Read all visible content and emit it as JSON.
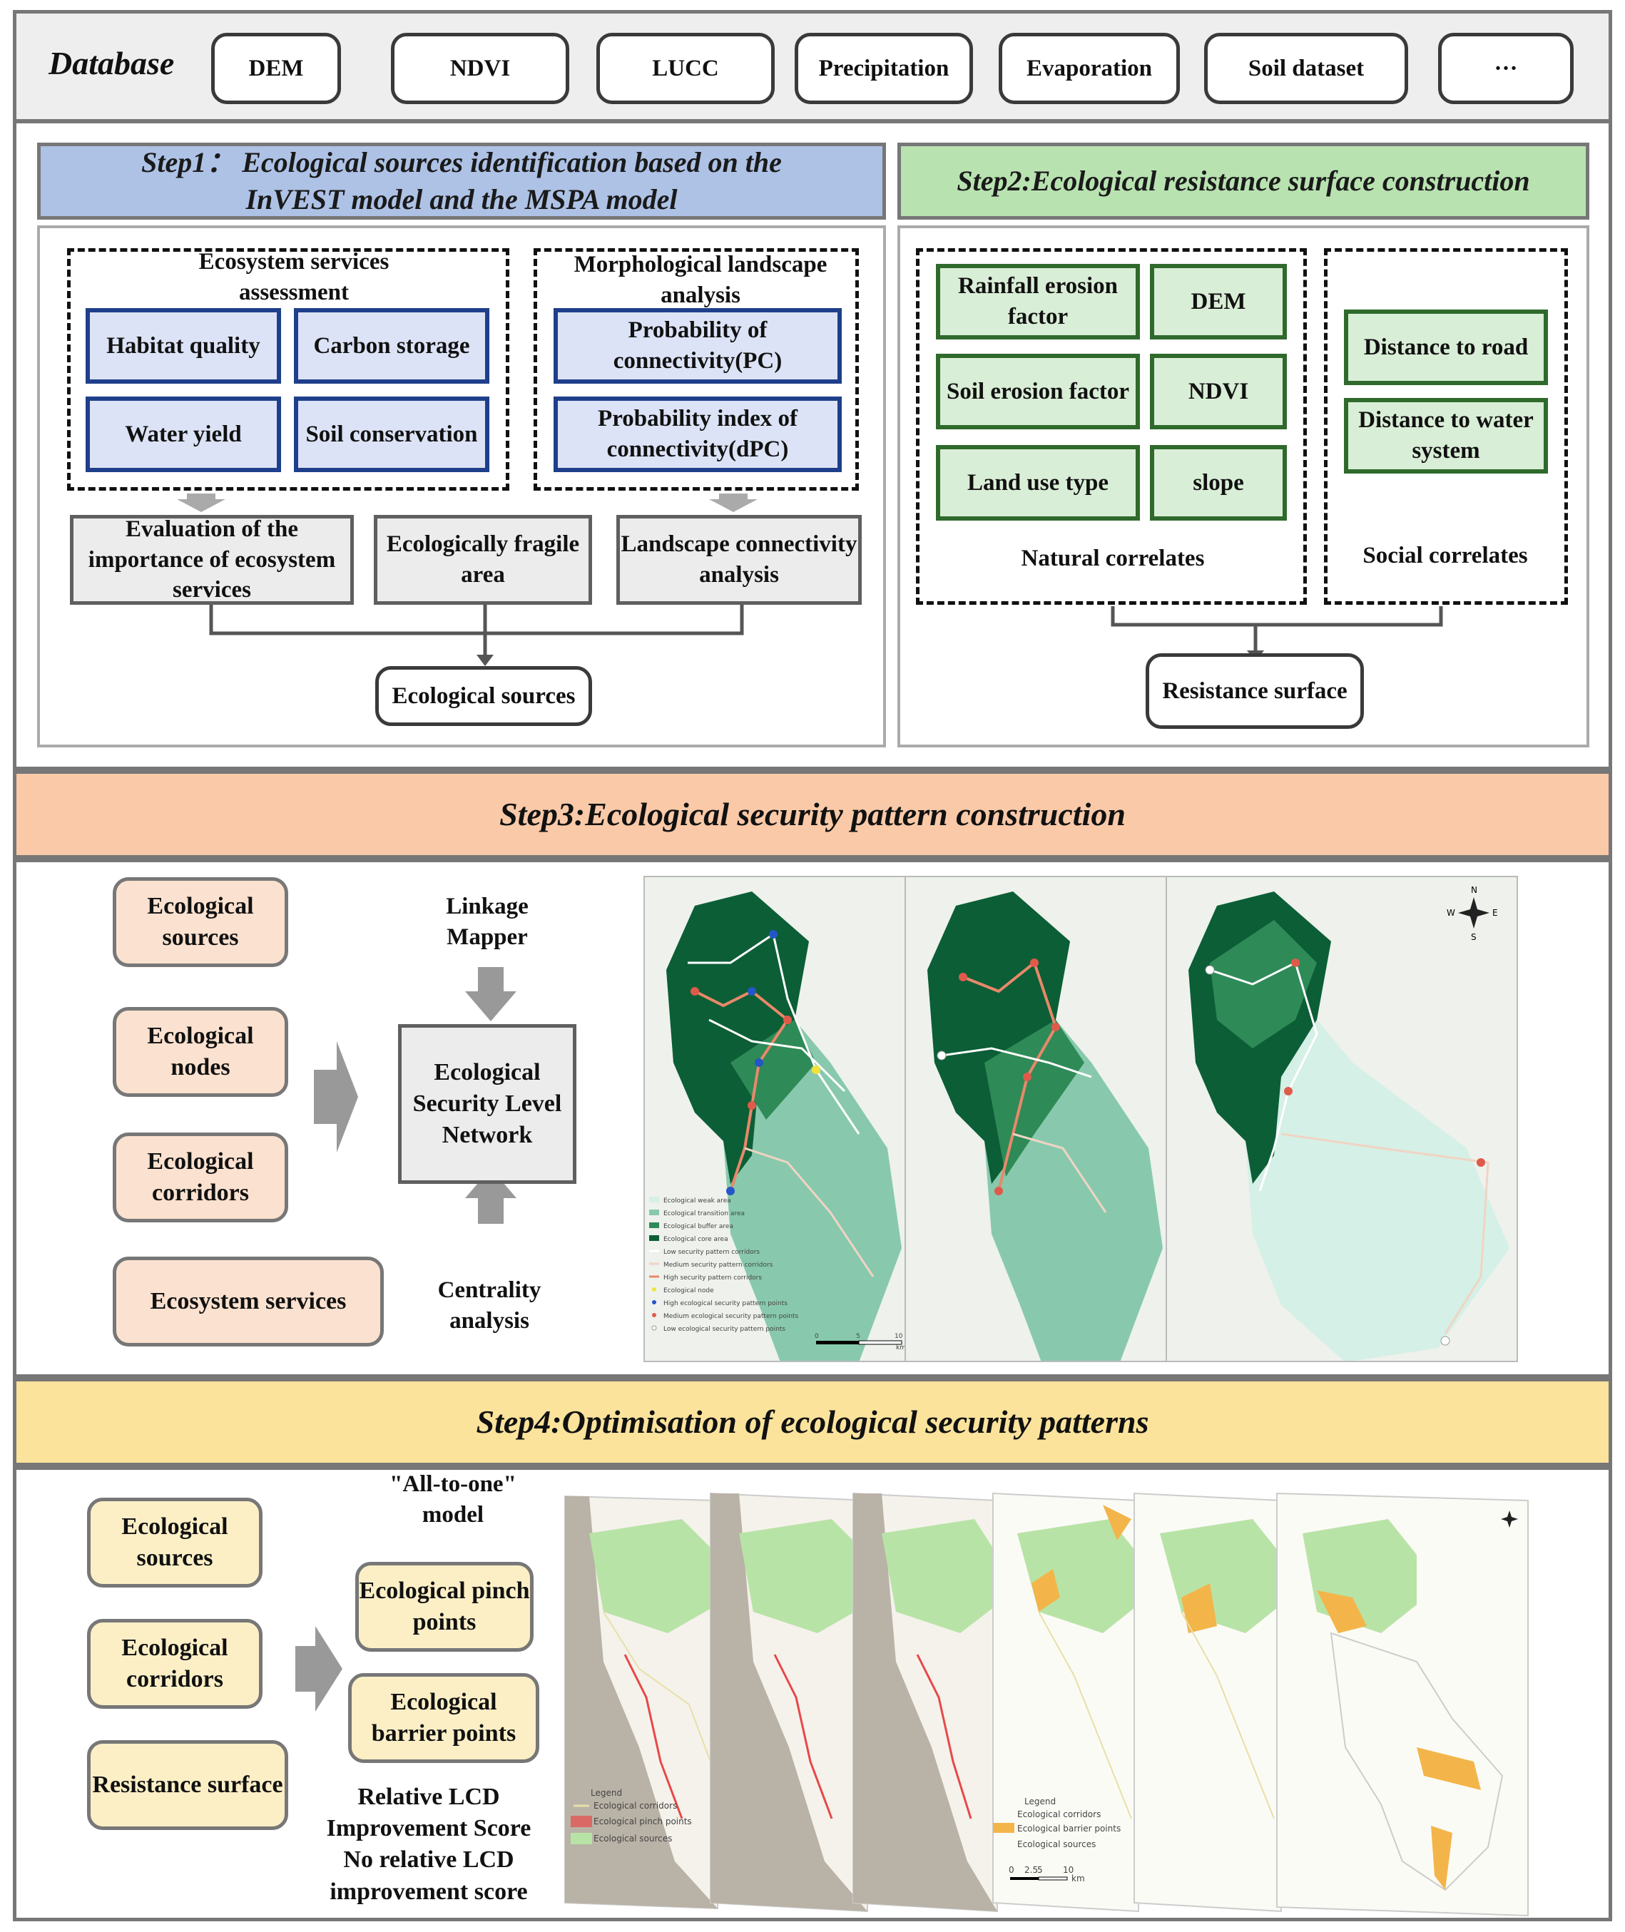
{
  "database": {
    "label": "Database",
    "items": [
      "DEM",
      "NDVI",
      "LUCC",
      "Precipitation",
      "Evaporation",
      "Soil dataset",
      "···"
    ]
  },
  "step1": {
    "title": "Step1： Ecological sources identification based on the InVEST model and the MSPA model",
    "ess_group": "Ecosystem services assessment",
    "ess_items": [
      "Habitat quality",
      "Carbon storage",
      "Water yield",
      "Soil conservation"
    ],
    "mla_group": "Morphological landscape analysis",
    "mla_items": [
      "Probability of connectivity(PC)",
      "Probability index of connectivity(dPC)"
    ],
    "outputs": [
      "Evaluation of the importance of ecosystem services",
      "Ecologically fragile area",
      "Landscape connectivity analysis"
    ],
    "result": "Ecological sources"
  },
  "step2": {
    "title": "Step2:Ecological resistance surface construction",
    "natural_items": [
      "Rainfall erosion factor",
      "DEM",
      "Soil erosion factor",
      "NDVI",
      "Land use type",
      "slope"
    ],
    "natural_label": "Natural correlates",
    "social_items": [
      "Distance to road",
      "Distance to water system"
    ],
    "social_label": "Social correlates",
    "result": "Resistance surface"
  },
  "step3": {
    "title": "Step3:Ecological security pattern construction",
    "inputs": [
      "Ecological sources",
      "Ecological nodes",
      "Ecological corridors",
      "Ecosystem services"
    ],
    "center": "Ecological Security Level Network",
    "top_label": "Linkage Mapper",
    "bottom_label": "Centrality analysis",
    "legend": [
      "Ecological weak area",
      "Ecological transition area",
      "Ecological buffer area",
      "Ecological core area",
      "Low security pattern corridors",
      "Medium security pattern corridors",
      "High security pattern corridors",
      "Ecological node",
      "High ecological security pattern points",
      "Medium ecological security pattern points",
      "Low ecological security pattern points"
    ],
    "scale": [
      "0",
      "5",
      "10",
      "km"
    ],
    "compass": [
      "N",
      "E",
      "S",
      "W"
    ],
    "colors": {
      "weak": "#d5f0e6",
      "transition": "#88c9ad",
      "buffer": "#2e8a57",
      "core": "#0c5e36",
      "high_corridor": "#e8896a",
      "low_corridor": "#ffffff",
      "node": "#e05a4a",
      "point_blue": "#2456c8",
      "point_yellow": "#f2e23a"
    }
  },
  "step4": {
    "title": "Step4:Optimisation of ecological security patterns",
    "inputs": [
      "Ecological sources",
      "Ecological corridors",
      "Resistance surface"
    ],
    "model": "\"All-to-one\" model",
    "outputs": [
      "Ecological pinch points",
      "Ecological barrier points"
    ],
    "scores": "Relative LCD Improvement Score No relative LCD improvement score",
    "legend1": [
      "Legend",
      "Ecological corridors",
      "Ecological pinch points",
      "Ecological sources"
    ],
    "legend2": [
      "Legend",
      "Ecological corridors",
      "Ecological barrier points",
      "Ecological sources"
    ],
    "scale": [
      "0",
      "2.5",
      "5",
      "10",
      "km"
    ],
    "colors": {
      "source": "#b8e3a6",
      "pinch": "#e84848",
      "barrier": "#f3b54a",
      "corridor": "#e7e0a8"
    }
  }
}
